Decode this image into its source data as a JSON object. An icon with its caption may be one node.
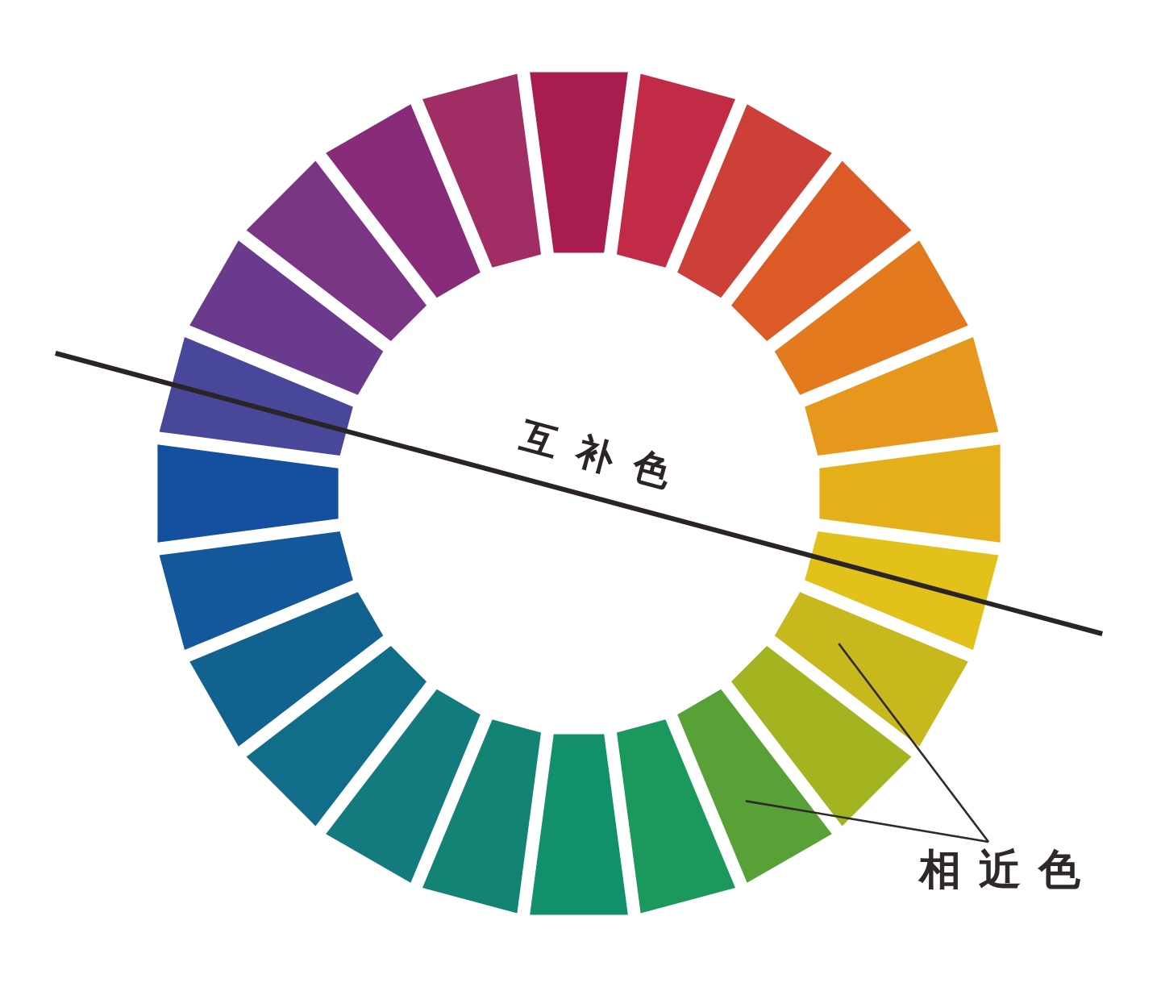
{
  "diagram": {
    "nodes": [
      {
        "text": [],
        "shape": "box"
      },
      {
        "text": [],
        "shape": "box"
      },
      {
        "text": [
          "相近色"
        ]
      }
    ],
    "edges": [
      {
        "from": 2,
        "to": 0,
        "arrow": "none"
      },
      {
        "from": 2,
        "to": 1,
        "arrow": "none"
      }
    ],
    "labels": [
      "互补色"
    ]
  }
}
